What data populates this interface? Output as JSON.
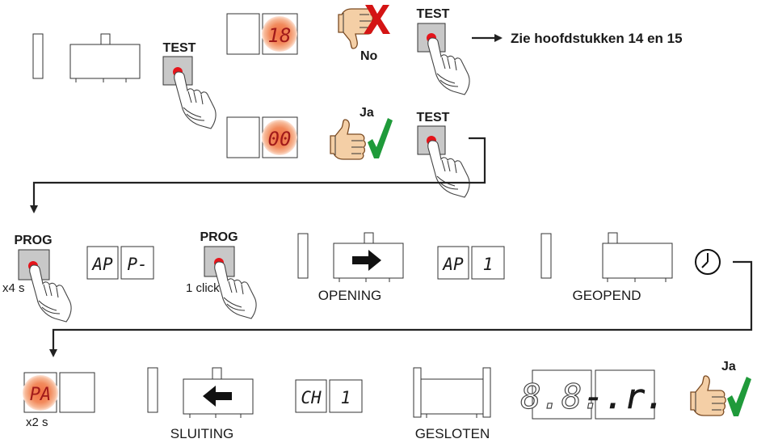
{
  "labels": {
    "test": "TEST",
    "prog": "PROG",
    "see_chapters": "Zie hoofdstukken 14 en 15",
    "no": "No",
    "ja": "Ja",
    "x4s": "x4 s",
    "one_click": "1 click",
    "x2s": "x2 s",
    "opening": "OPENING",
    "geopend": "GEOPEND",
    "sluiting": "SLUITING",
    "gesloten": "GESLOTEN"
  },
  "displays": {
    "d18": "18",
    "d00": "00",
    "ap": "AP",
    "p_dash": "P-",
    "ap2": "AP",
    "one": "1",
    "pa": "PA",
    "ch": "CH",
    "one2": "1",
    "big_left": "8.8.",
    "big_right": "-.r."
  },
  "colors": {
    "accent_red": "#e5141b",
    "check_green": "#1f9a3a",
    "glow_orange": "#f28a5c"
  },
  "icons": [
    "hand-press-icon",
    "thumbs-up-icon",
    "thumbs-down-icon",
    "checkmark-icon",
    "cross-icon",
    "clock-icon",
    "arrow-right-icon",
    "arrow-left-icon"
  ]
}
